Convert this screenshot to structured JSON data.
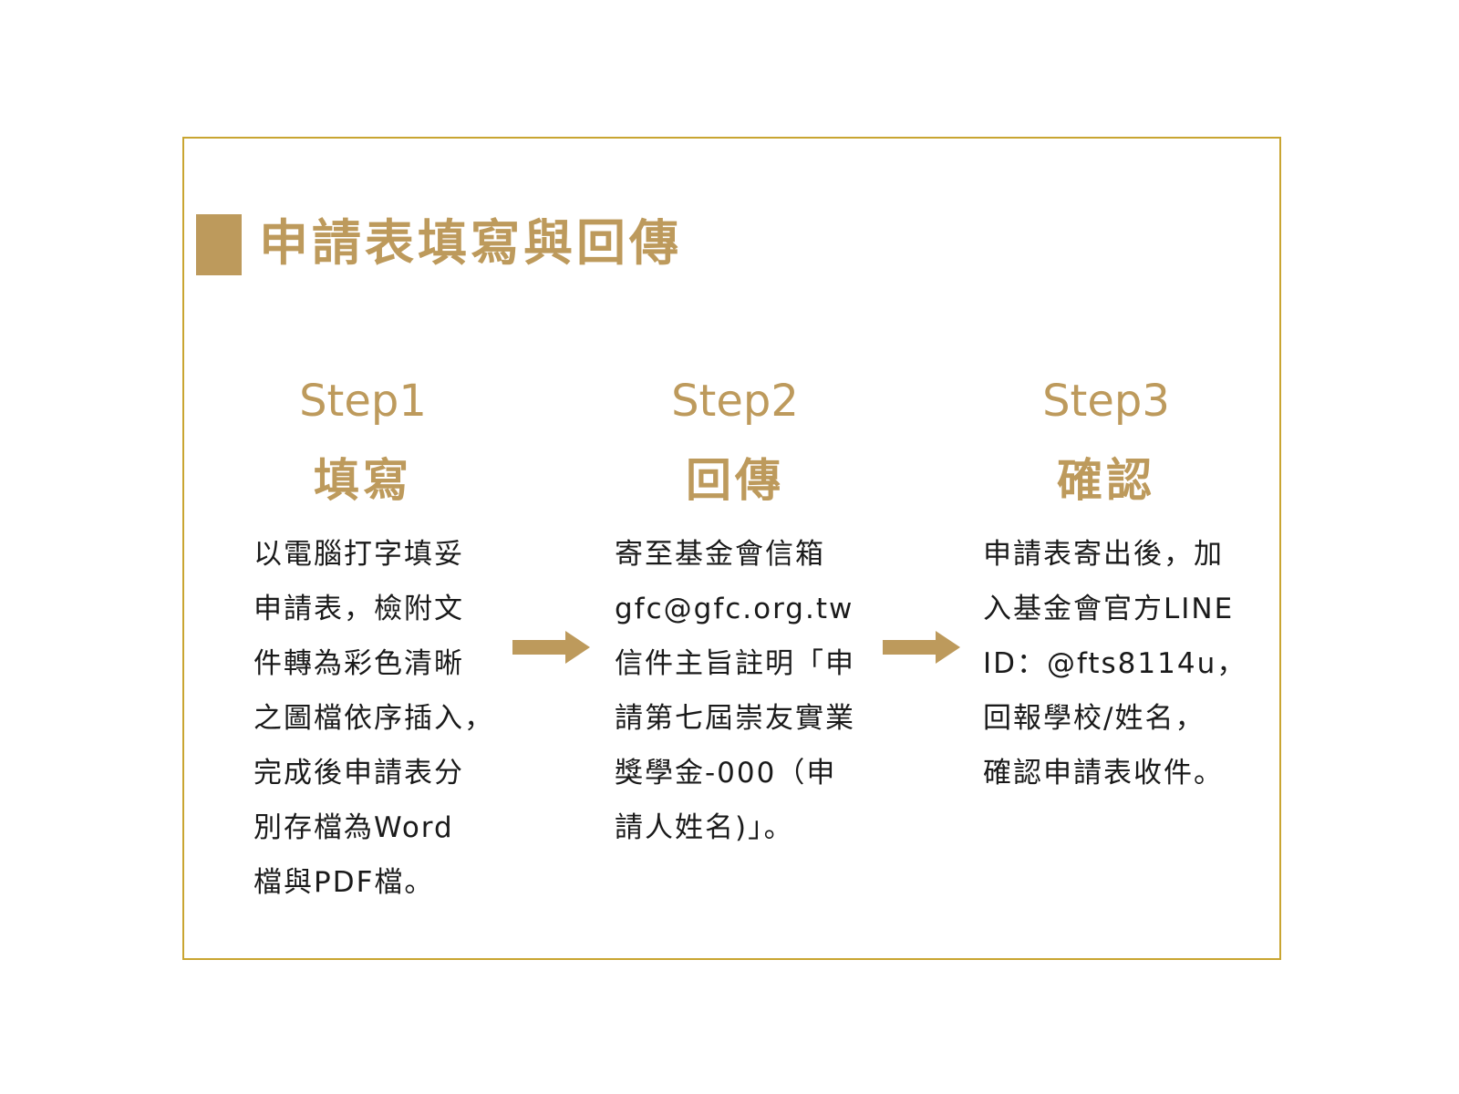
{
  "title": "申請表填寫與回傳",
  "accent_color": "#bd9a5c",
  "frame_color": "#c9a531",
  "steps": [
    {
      "label": "Step1",
      "name": "填寫",
      "lines": [
        "以電腦打字填妥",
        "申請表，檢附文",
        "件轉為彩色清晰",
        "之圖檔依序插入，",
        "完成後申請表分",
        "別存檔為Word",
        "檔與PDF檔。"
      ]
    },
    {
      "label": "Step2",
      "name": "回傳",
      "lines": [
        "寄至基金會信箱",
        "gfc@gfc.org.tw",
        "信件主旨註明「申",
        "請第七屆崇友實業",
        "獎學金-000（申",
        "請人姓名)」。"
      ]
    },
    {
      "label": "Step3",
      "name": "確認",
      "lines": [
        "申請表寄出後，加",
        "入基金會官方LINE",
        "ID：@fts8114u，",
        "回報學校/姓名，",
        "確認申請表收件。"
      ]
    }
  ],
  "arrows": [
    {
      "icon": "right-arrow-icon"
    },
    {
      "icon": "right-arrow-icon"
    }
  ]
}
